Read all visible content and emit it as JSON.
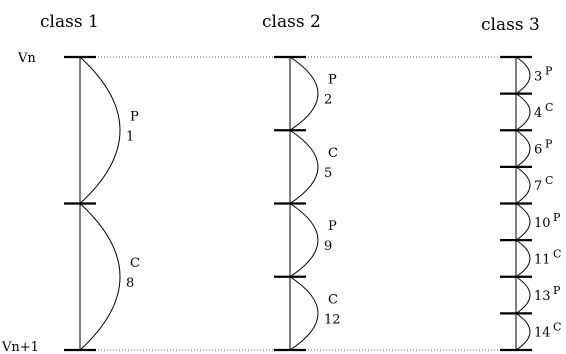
{
  "boundary_labels": {
    "top": "Vn",
    "bottom": "Vn+1"
  },
  "columns": [
    {
      "header": "class 1",
      "segments": [
        {
          "number": "1",
          "type": "P"
        },
        {
          "number": "8",
          "type": "C"
        }
      ]
    },
    {
      "header": "class 2",
      "segments": [
        {
          "number": "2",
          "type": "P"
        },
        {
          "number": "5",
          "type": "C"
        },
        {
          "number": "9",
          "type": "P"
        },
        {
          "number": "12",
          "type": "C"
        }
      ]
    },
    {
      "header": "class 3",
      "segments": [
        {
          "number": "3",
          "type": "P"
        },
        {
          "number": "4",
          "type": "C"
        },
        {
          "number": "6",
          "type": "P"
        },
        {
          "number": "7",
          "type": "C"
        },
        {
          "number": "10",
          "type": "P"
        },
        {
          "number": "11",
          "type": "C"
        },
        {
          "number": "13",
          "type": "P"
        },
        {
          "number": "14",
          "type": "C"
        }
      ]
    }
  ]
}
